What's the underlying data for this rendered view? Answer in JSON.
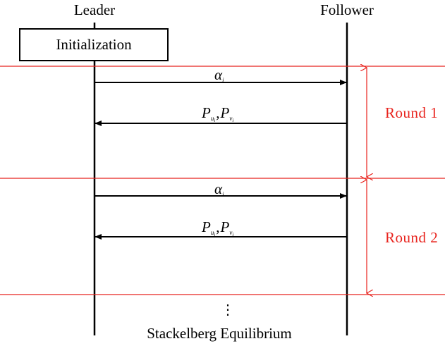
{
  "participants": {
    "leader": "Leader",
    "follower": "Follower"
  },
  "initialization_label": "Initialization",
  "rounds": [
    {
      "label": "Round  1",
      "to_follower": {
        "symbol": "α",
        "subscript": "i"
      },
      "to_leader": {
        "first": {
          "symbol": "P",
          "subscript": "u",
          "sub_subscript": "i"
        },
        "separator": ",",
        "second": {
          "symbol": "P",
          "subscript": "v",
          "sub_subscript": "i"
        }
      }
    },
    {
      "label": "Round  2",
      "to_follower": {
        "symbol": "α",
        "subscript": "i"
      },
      "to_leader": {
        "first": {
          "symbol": "P",
          "subscript": "u",
          "sub_subscript": "i"
        },
        "separator": ",",
        "second": {
          "symbol": "P",
          "subscript": "v",
          "sub_subscript": "i"
        }
      }
    }
  ],
  "continuation": "⋮",
  "final_label": "Stackelberg Equilibrium",
  "colors": {
    "round": "#e8231d",
    "line": "#000000"
  }
}
